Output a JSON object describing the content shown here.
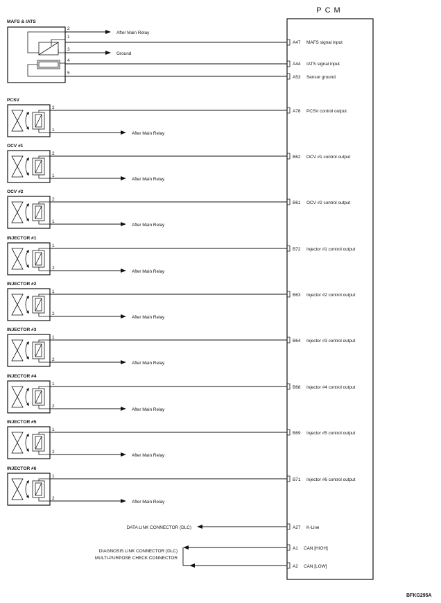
{
  "pcm": {
    "title": "PCM"
  },
  "mafs": {
    "label": "MAFS & IATS",
    "pins": [
      {
        "pin": "2",
        "dest": "After Main Relay"
      },
      {
        "pin": "1",
        "terminal": "A47",
        "signal": "MAFS signal input"
      },
      {
        "pin": "3",
        "dest": "Ground"
      },
      {
        "pin": "4",
        "terminal": "A44",
        "signal": "IATS signal input"
      },
      {
        "pin": "5",
        "terminal": "A53",
        "signal": "Sensor ground"
      }
    ]
  },
  "components": [
    {
      "label": "PCSV",
      "top_pin": "2",
      "bottom_pin": "1",
      "terminal": "A78",
      "signal": "PCSV control output",
      "relay": "After Main Relay"
    },
    {
      "label": "OCV #1",
      "top_pin": "2",
      "bottom_pin": "1",
      "terminal": "B62",
      "signal": "OCV #1 control output",
      "relay": "After Main Relay"
    },
    {
      "label": "OCV #2",
      "top_pin": "2",
      "bottom_pin": "1",
      "terminal": "B61",
      "signal": "OCV #2 control output",
      "relay": "After Main Relay"
    },
    {
      "label": "INJECTOR #1",
      "top_pin": "1",
      "bottom_pin": "2",
      "terminal": "B72",
      "signal": "Injector #1 control output",
      "relay": "After Main Relay"
    },
    {
      "label": "INJECTOR #2",
      "top_pin": "1",
      "bottom_pin": "2",
      "terminal": "B63",
      "signal": "Injector #2 control output",
      "relay": "After Main Relay"
    },
    {
      "label": "INJECTOR #3",
      "top_pin": "1",
      "bottom_pin": "2",
      "terminal": "B64",
      "signal": "Injector #3 control output",
      "relay": "After Main Relay"
    },
    {
      "label": "INJECTOR #4",
      "top_pin": "1",
      "bottom_pin": "2",
      "terminal": "B68",
      "signal": "Injector #4 control output",
      "relay": "After Main Relay"
    },
    {
      "label": "INJECTOR #5",
      "top_pin": "1",
      "bottom_pin": "2",
      "terminal": "B69",
      "signal": "Injector #5 control output",
      "relay": "After Main Relay"
    },
    {
      "label": "INJECTOR #6",
      "top_pin": "1",
      "bottom_pin": "2",
      "terminal": "B71",
      "signal": "Injector #6 control output",
      "relay": "After Main Relay"
    }
  ],
  "data_link": {
    "label": "DATA LINK CONNECTOR (DLC)",
    "terminal": "A27",
    "signal": "K-Line"
  },
  "diag": {
    "label1": "DIAGNOSIS LINK CONNECTOR (DLC)",
    "label2": "MULTI-PURPOSE CHECK CONNECTOR",
    "can_high": {
      "terminal": "A1",
      "signal": "CAN [HIGH]"
    },
    "can_low": {
      "terminal": "A2",
      "signal": "CAN [LOW]"
    }
  },
  "figure_code": "BFKG295A"
}
